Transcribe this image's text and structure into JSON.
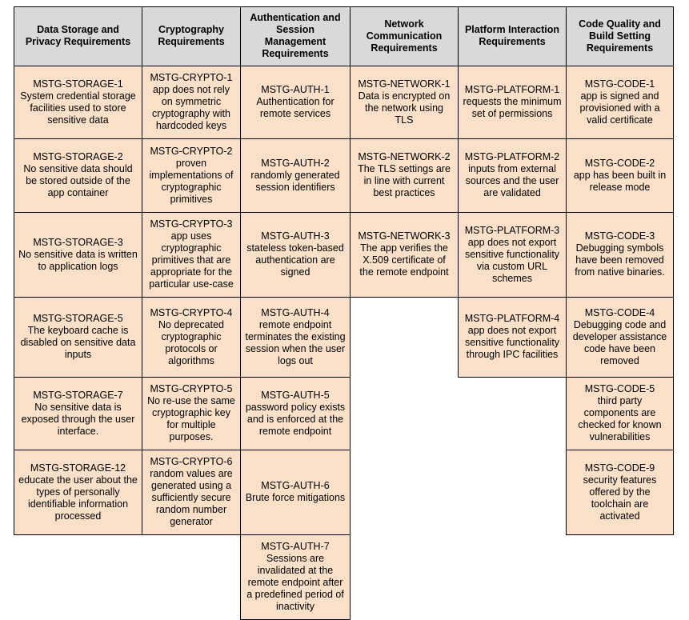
{
  "table": {
    "columns": [
      {
        "id": "storage",
        "header": "Data Storage and Privacy Requirements"
      },
      {
        "id": "crypto",
        "header": "Cryptography Requirements"
      },
      {
        "id": "auth",
        "header": "Authentication and Session Management Requirements"
      },
      {
        "id": "network",
        "header": "Network Communication Requirements"
      },
      {
        "id": "platform",
        "header": "Platform Interaction Requirements"
      },
      {
        "id": "code",
        "header": "Code Quality and Build Setting Requirements"
      }
    ],
    "rows": [
      {
        "storage": {
          "code": "MSTG-STORAGE-1",
          "desc": "System credential storage facilities used to store sensitive data"
        },
        "crypto": {
          "code": "MSTG-CRYPTO-1",
          "desc": "app does not rely on symmetric cryptography with hardcoded keys"
        },
        "auth": {
          "code": "MSTG-AUTH-1",
          "desc": "Authentication for remote services"
        },
        "network": {
          "code": "MSTG-NETWORK-1",
          "desc": "Data is encrypted on the network using TLS"
        },
        "platform": {
          "code": "MSTG-PLATFORM-1",
          "desc": "requests the minimum set of permissions"
        },
        "code": {
          "code": "MSTG-CODE-1",
          "desc": "app is signed and provisioned with a valid certificate"
        }
      },
      {
        "storage": {
          "code": "MSTG-STORAGE-2",
          "desc": "No sensitive data should be stored outside of the app container"
        },
        "crypto": {
          "code": "MSTG-CRYPTO-2",
          "desc": "proven implementations of cryptographic primitives"
        },
        "auth": {
          "code": "MSTG-AUTH-2",
          "desc": "randomly generated session identifiers"
        },
        "network": {
          "code": "MSTG-NETWORK-2",
          "desc": "The TLS settings are in line with current best practices"
        },
        "platform": {
          "code": "MSTG-PLATFORM-2",
          "desc": "inputs from external sources and the user are validated"
        },
        "code": {
          "code": "MSTG-CODE-2",
          "desc": "app has been built in release mode"
        }
      },
      {
        "storage": {
          "code": "MSTG-STORAGE-3",
          "desc": "No sensitive data is written to application logs"
        },
        "crypto": {
          "code": "MSTG-CRYPTO-3",
          "desc": "app uses cryptographic primitives that are appropriate for the particular use-case"
        },
        "auth": {
          "code": "MSTG-AUTH-3",
          "desc": "stateless token-based authentication are signed"
        },
        "network": {
          "code": "MSTG-NETWORK-3",
          "desc": "The app verifies the X.509 certificate of the remote endpoint"
        },
        "platform": {
          "code": "MSTG-PLATFORM-3",
          "desc": "app does not export sensitive functionality via custom URL schemes"
        },
        "code": {
          "code": "MSTG-CODE-3",
          "desc": "Debugging symbols have been removed from native binaries."
        }
      },
      {
        "storage": {
          "code": "MSTG-STORAGE-5",
          "desc": "The keyboard cache is disabled on sensitive data inputs"
        },
        "crypto": {
          "code": "MSTG-CRYPTO-4",
          "desc": "No deprecated cryptographic protocols or algorithms"
        },
        "auth": {
          "code": "MSTG-AUTH-4",
          "desc": "remote endpoint terminates the existing session when the user logs out"
        },
        "network": null,
        "platform": {
          "code": "MSTG-PLATFORM-4",
          "desc": "app does not export sensitive functionality through IPC facilities"
        },
        "code": {
          "code": "MSTG-CODE-4",
          "desc": "Debugging code and developer assistance code have been removed"
        }
      },
      {
        "storage": {
          "code": "MSTG-STORAGE-7",
          "desc": "No sensitive data is exposed through the user interface."
        },
        "crypto": {
          "code": "MSTG-CRYPTO-5",
          "desc": "No re-use the same cryptographic key for multiple purposes."
        },
        "auth": {
          "code": "MSTG-AUTH-5",
          "desc": "password policy exists and is enforced at the remote endpoint"
        },
        "network": null,
        "platform": null,
        "code": {
          "code": "MSTG-CODE-5",
          "desc": "third party components are checked for known vulnerabilities"
        }
      },
      {
        "storage": {
          "code": "MSTG-STORAGE-12",
          "desc": "educate the user about the types of personally identifiable information processed"
        },
        "crypto": {
          "code": "MSTG-CRYPTO-6",
          "desc": "random values are generated using a sufficiently secure random number generator"
        },
        "auth": {
          "code": "MSTG-AUTH-6",
          "desc": "Brute force mitigations"
        },
        "network": null,
        "platform": null,
        "code": {
          "code": "MSTG-CODE-9",
          "desc": "security features offered by the toolchain are activated"
        }
      },
      {
        "storage": null,
        "crypto": null,
        "auth": {
          "code": "MSTG-AUTH-7",
          "desc": "Sessions are invalidated at the remote endpoint after a predefined period of inactivity"
        },
        "network": null,
        "platform": null,
        "code": null
      }
    ]
  },
  "colors": {
    "header_background": "#d9d9d9",
    "cell_background": "#fae0c8",
    "border": "#000000",
    "page_background": "#ffffff"
  }
}
